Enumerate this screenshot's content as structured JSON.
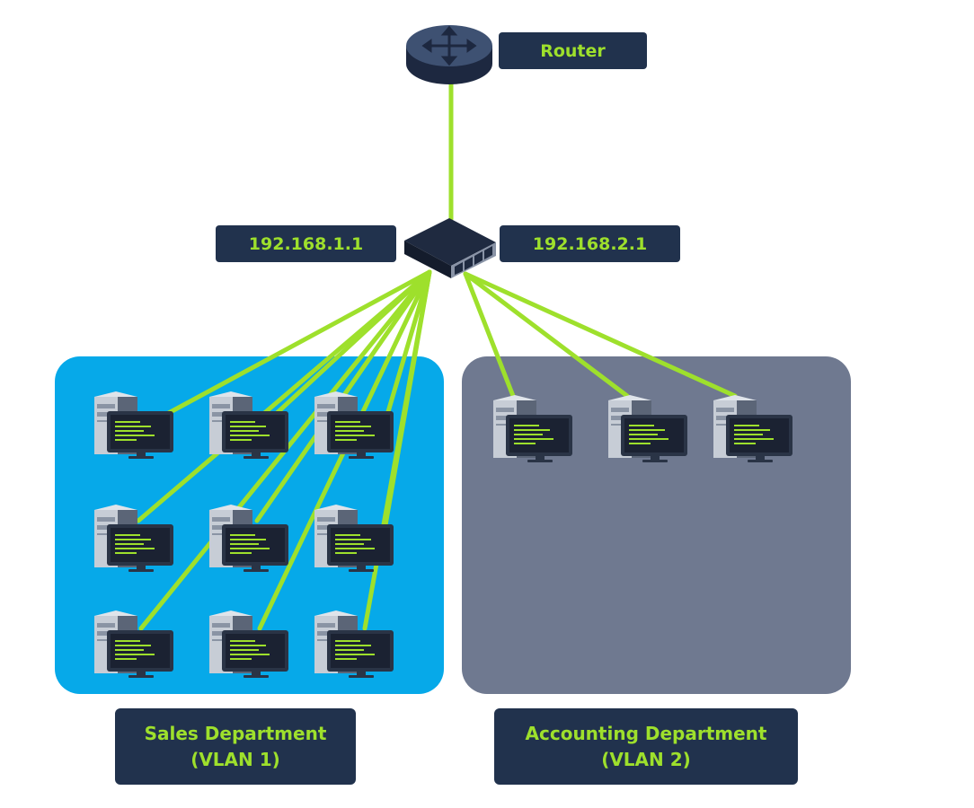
{
  "router": {
    "label": "Router"
  },
  "switch": {
    "vlan1_ip": "192.168.1.1",
    "vlan2_ip": "192.168.2.1"
  },
  "departments": [
    {
      "name": "Sales Department",
      "vlan": "(VLAN 1)",
      "computer_count": 9,
      "color": "#06a9e9"
    },
    {
      "name": "Accounting Department",
      "vlan": "(VLAN 2)",
      "computer_count": 3,
      "color": "#6f7990"
    }
  ],
  "colors": {
    "link": "#9ee02c",
    "label_bg": "#21324d",
    "label_text": "#9ee02c"
  },
  "icons": [
    "router-icon",
    "switch-icon",
    "computer-icon"
  ]
}
